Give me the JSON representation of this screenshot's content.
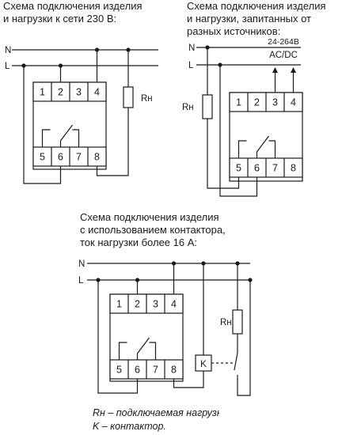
{
  "captions": {
    "diagram1": [
      "Схема подключения изделия",
      "и нагрузки к сети 230 В:"
    ],
    "diagram2": [
      "Схема подключения изделия",
      "и нагрузки, запитанных от",
      "разных источников:"
    ],
    "diagram3": [
      "Схема подключения изделия",
      "с использованием контактора,",
      "ток нагрузки более 16 А:"
    ]
  },
  "labels": {
    "neutral": "N",
    "line": "L",
    "load": "Rн",
    "contactor": "K",
    "supply_voltage": "24-264В",
    "supply_type": "AC/DC"
  },
  "terminals": {
    "top": [
      "1",
      "2",
      "3",
      "4"
    ],
    "bottom": [
      "5",
      "6",
      "7",
      "8"
    ]
  },
  "legend": [
    "Rн – подключаемая нагрузка,",
    "K – контактор."
  ]
}
